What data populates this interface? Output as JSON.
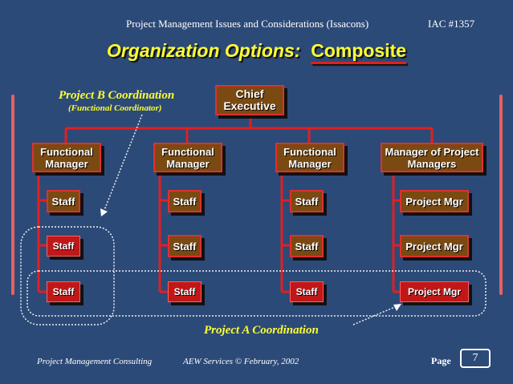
{
  "header": {
    "course": "Project Management Issues and Considerations (Issacons)",
    "course_id": "IAC #1357"
  },
  "title": {
    "prefix": "Organization Options:",
    "emphasis": "Composite"
  },
  "chart": {
    "chief": "Chief Executive",
    "columns": [
      {
        "head": "Functional Manager",
        "items": [
          "Staff",
          "Staff",
          "Staff"
        ]
      },
      {
        "head": "Functional Manager",
        "items": [
          "Staff",
          "Staff",
          "Staff"
        ]
      },
      {
        "head": "Functional Manager",
        "items": [
          "Staff",
          "Staff",
          "Staff"
        ]
      },
      {
        "head": "Manager of Project Managers",
        "items": [
          "Project Mgr",
          "Project Mgr",
          "Project Mgr"
        ]
      }
    ]
  },
  "annotations": {
    "project_b": "Project B Coordination",
    "project_b_sub": "(Functional Coordinator)",
    "project_a": "Project A Coordination"
  },
  "footer": {
    "left": "Project Management Consulting",
    "center": "AEW Services © February, 2002",
    "page_label": "Page",
    "page_number": "7"
  },
  "colors": {
    "background": "#2c4a78",
    "accent_yellow": "#ffff33",
    "line_red": "#e02020"
  }
}
